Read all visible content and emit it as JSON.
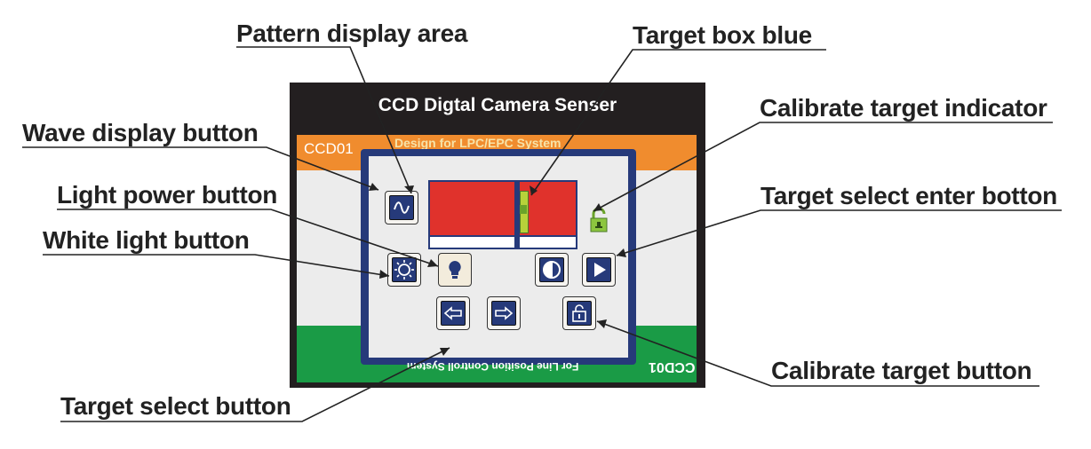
{
  "device": {
    "title": "CCD Digtal Camera Senser",
    "subtitle": "Design for LPC/EPC System",
    "model_top": "CCD01",
    "model_bottom": "CCD01",
    "footer": "For Line Position Controll System"
  },
  "callouts": {
    "pattern_display_area": "Pattern display area",
    "target_box_blue": "Target  box blue",
    "wave_display_button": "Wave  display  button",
    "calibrate_target_indicator": "Calibrate  target indicator",
    "light_power_button": "Light power button",
    "target_select_enter_botton": "Target  select enter botton",
    "white_light_button": "White  light  button",
    "calibrate_target_button": "Calibrate  target  button",
    "target_select_button": "Target  select button"
  },
  "colors": {
    "housing": "#231f20",
    "orange_band": "#f08c2e",
    "green_band": "#1a9b46",
    "panel_frame": "#263a7a",
    "pattern_red": "#e0322c",
    "target_green": "#b7d23a",
    "lock_indicator": "#8dc63f"
  },
  "icons": {
    "wave": "wave-icon",
    "light": "sun-icon",
    "bulb": "bulb-icon",
    "contrast": "half-circle-icon",
    "enter": "play-icon",
    "left": "arrow-left-icon",
    "right": "arrow-right-icon",
    "lock": "lock-icon"
  }
}
